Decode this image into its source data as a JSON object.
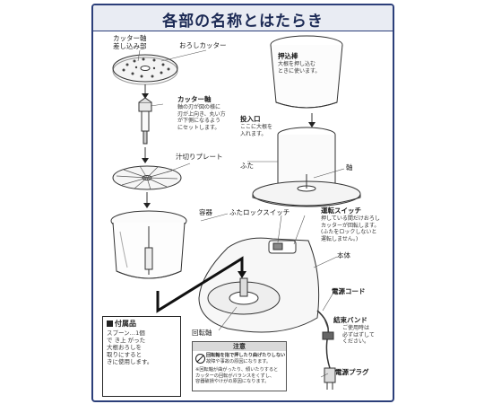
{
  "title": "各部の名称とはたらき",
  "labels": {
    "cutter_shaft_insert": [
      "カッター軸",
      "差し込み部"
    ],
    "grater_cutter": "おろしカッター",
    "pusher": "押込棒",
    "pusher_note": [
      "大根を押し込む",
      "ときに使います。"
    ],
    "cutter_shaft": "カッター軸",
    "cutter_shaft_note": [
      "軸の刃が図の様に",
      "刃が上向き、丸い方",
      "が下側になるよう",
      "にセットします。"
    ],
    "inlet": "投入口",
    "inlet_note": [
      "ここに大根を",
      "入れます。"
    ],
    "drain_plate": "汁切りプレート",
    "lid": "ふた",
    "shaft": "軸",
    "container": "容器",
    "lid_lock_switch": "ふたロックスイッチ",
    "run_switch": "運転スイッチ",
    "run_switch_note": [
      "押している間だけおろし",
      "カッターが回転します。",
      "(ふたをロックしないと",
      "運転しません。)"
    ],
    "body": "本体",
    "power_cord": "電源コード",
    "rotation_shaft": "回転軸",
    "binding_band": "結束バンド",
    "binding_band_note": [
      "ご使用時は",
      "必ずはずして",
      "ください。"
    ],
    "power_plug": "電源プラグ"
  },
  "accessory": {
    "title": "付属品",
    "text": [
      "スプーン…1個",
      "で き上 がった",
      "大根おろしを",
      "取りにすると",
      "きに使用します。"
    ]
  },
  "caution": {
    "title": "注意",
    "line1": [
      "回転軸を指で押したり曲げたりしない",
      "故障や事故の原因になります。"
    ],
    "footnote": [
      "※回転軸が曲がったり、傾いたりすると",
      "カッターの回転がバランスをくずし、",
      "容器破損やけがの原因になります。"
    ]
  },
  "colors": {
    "frame": "#2c3f7a",
    "title_bg": "#e9ecf3"
  }
}
